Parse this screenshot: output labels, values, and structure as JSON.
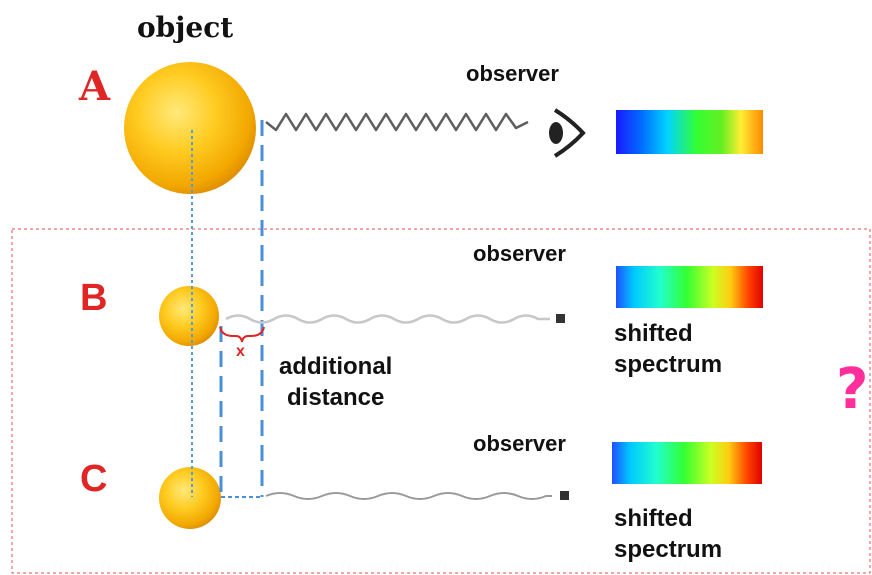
{
  "labels": {
    "title": "object",
    "row_a": "A",
    "row_b": "B",
    "row_c": "C",
    "observer_a": "observer",
    "observer_b": "observer",
    "observer_c": "observer",
    "shifted_b_line1": "shifted",
    "shifted_b_line2": "spectrum",
    "shifted_c_line1": "shifted",
    "shifted_c_line2": "spectrum",
    "additional_line1": "additional",
    "additional_line2": "distance",
    "x_mark": "x",
    "question_mark": "?"
  },
  "colors": {
    "letters": "#e02525",
    "question_mark": "#ff2e9a",
    "sphere": "#ffc21a",
    "guide_line": "#4a90d9",
    "frame": "#e05050"
  },
  "icons": [
    "eye-icon",
    "observer-dot-icon"
  ]
}
